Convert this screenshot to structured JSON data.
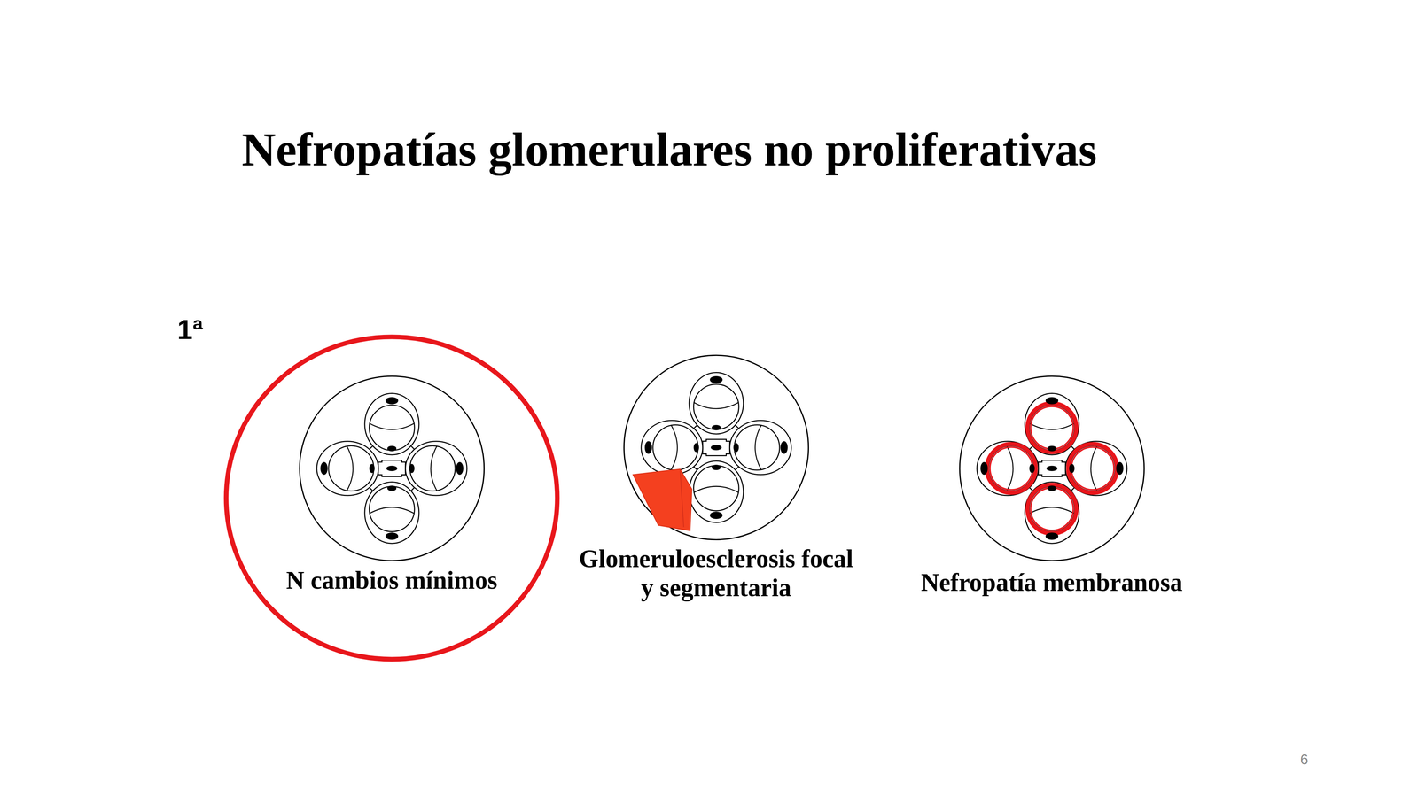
{
  "diagram": {
    "title": "Nefropatías glomerulares no proliferativas",
    "nodes": [
      {
        "text": [
          "N cambios mínimos"
        ]
      },
      {
        "text": [
          "Glomeruloesclerosis focal y segmentaria"
        ]
      },
      {
        "text": [
          "Nefropatía membranosa"
        ]
      }
    ],
    "labels": [
      "1ª",
      "6"
    ]
  }
}
